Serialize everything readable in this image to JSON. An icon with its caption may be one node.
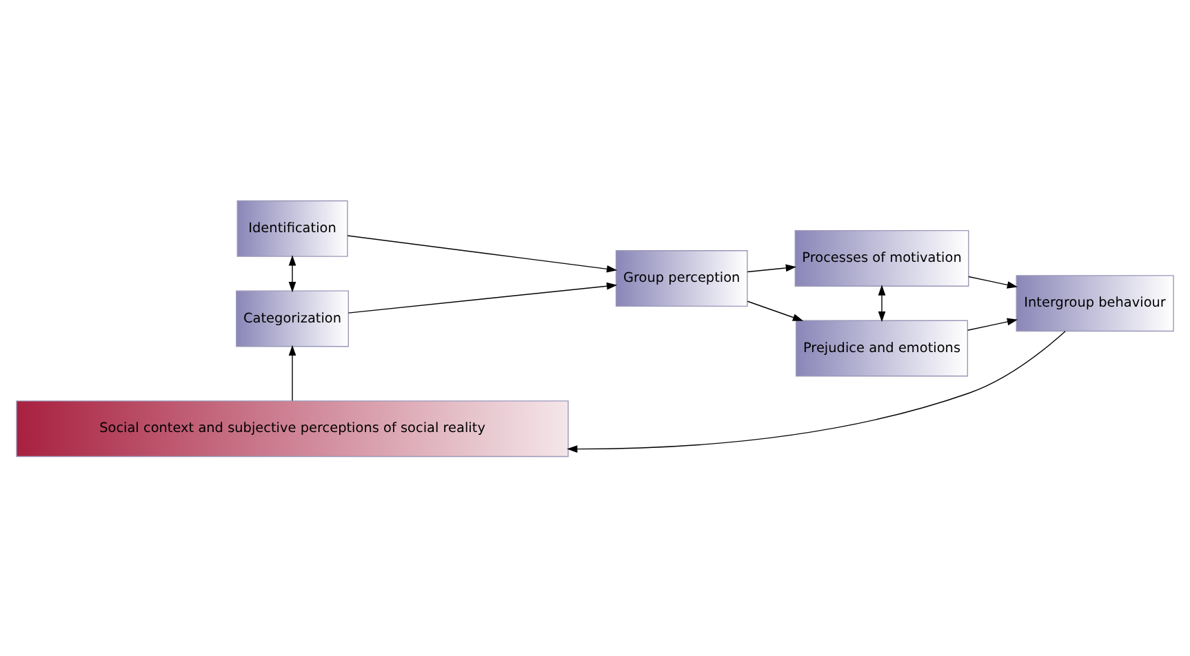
{
  "diagram": {
    "nodes": [
      {
        "text": [
          "Identification"
        ]
      },
      {
        "text": [
          "Categorization"
        ]
      },
      {
        "text": [
          "Group perception"
        ]
      },
      {
        "text": [
          "Processes of motivation"
        ]
      },
      {
        "text": [
          "Prejudice and emotions"
        ]
      },
      {
        "text": [
          "Intergroup behaviour"
        ]
      },
      {
        "text": [
          "Social context and subjective perceptions of social reality"
        ]
      }
    ],
    "edges": [
      {
        "from": 0,
        "to": 1,
        "arrow": "both"
      },
      {
        "from": 0,
        "to": 2,
        "arrow": "to"
      },
      {
        "from": 1,
        "to": 2,
        "arrow": "to"
      },
      {
        "from": 2,
        "to": 3,
        "arrow": "to"
      },
      {
        "from": 2,
        "to": 4,
        "arrow": "to"
      },
      {
        "from": 3,
        "to": 4,
        "arrow": "both"
      },
      {
        "from": 3,
        "to": 5,
        "arrow": "to"
      },
      {
        "from": 4,
        "to": 5,
        "arrow": "to"
      },
      {
        "from": 5,
        "to": 6,
        "arrow": "to"
      },
      {
        "from": 6,
        "to": 1,
        "arrow": "to"
      }
    ]
  }
}
